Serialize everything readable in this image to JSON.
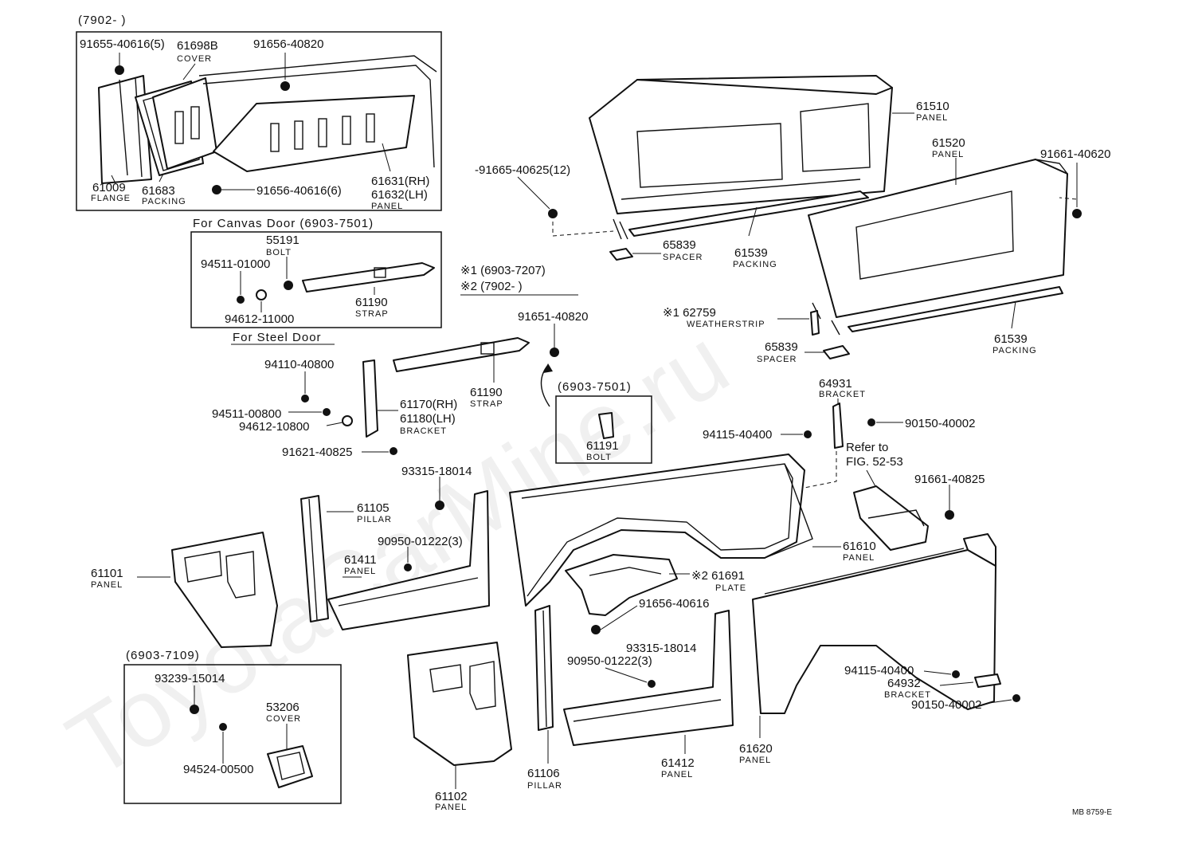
{
  "watermark": "ToyotaCarMine.ru",
  "doc_code": "MB 8759-E",
  "boxes": {
    "top_left_period": "(7902-      )",
    "canvas_door": "For Canvas Door  (6903-7501)",
    "steel_door": "For Steel Door",
    "note1": "※1  (6903-7207)",
    "note2": "※2  (7902-      )",
    "bolt_period": "(6903-7501)",
    "cover_period": "(6903-7109)"
  },
  "refer": {
    "line1": "Refer to",
    "line2": "FIG. 52-53"
  },
  "labels": {
    "l_91655": "91655-40616(5)",
    "l_61698b": "61698B",
    "n_cover1": "COVER",
    "l_91656a": "91656-40820",
    "l_61009": "61009",
    "n_flange": "FLANGE",
    "l_61683": "61683",
    "n_packing1": "PACKING",
    "l_91656b": "91656-40616(6)",
    "l_61631": "61631(RH)",
    "l_61632": "61632(LH)",
    "n_panel1": "PANEL",
    "l_55191": "55191",
    "n_bolt1": "BOLT",
    "l_94511a": "94511-01000",
    "l_94612a": "94612-11000",
    "l_61190a": "61190",
    "n_strap1": "STRAP",
    "l_94110": "94110-40800",
    "l_94511b": "94511-00800",
    "l_94612b": "94612-10800",
    "l_61170": "61170(RH)",
    "l_61180": "61180(LH)",
    "n_bracket1": "BRACKET",
    "l_61190b": "61190",
    "n_strap2": "STRAP",
    "l_91651": "91651-40820",
    "l_61191": "61191",
    "n_bolt2": "BOLT",
    "l_91621": "91621-40825",
    "l_61510": "61510",
    "n_panel2": "PANEL",
    "l_61520": "61520",
    "n_panel3": "PANEL",
    "l_91661a": "91661-40620",
    "l_91665": "-91665-40625(12)",
    "l_65839a": "65839",
    "n_spacer1": "SPACER",
    "l_61539a": "61539",
    "n_packing2": "PACKING",
    "l_62759": "※1 62759",
    "n_weather": "WEATHERSTRIP",
    "l_65839b": "65839",
    "n_spacer2": "SPACER",
    "l_61539b": "61539",
    "n_packing3": "PACKING",
    "l_64931": "64931",
    "n_bracket2": "BRACKET",
    "l_90150a": "90150-40002",
    "l_94115a": "94115-40400",
    "l_91661b": "91661-40825",
    "l_93315a": "93315-18014",
    "l_61105": "61105",
    "n_pillar1": "PILLAR",
    "l_90950a": "90950-01222(3)",
    "l_61411": "61411",
    "n_panel4": "PANEL",
    "l_61101": "61101",
    "n_panel5": "PANEL",
    "l_61610": "61610",
    "n_panel6": "PANEL",
    "l_61691": "※2 61691",
    "n_plate": "PLATE",
    "l_91656c": "91656-40616",
    "l_93315b": "93315-18014",
    "l_90950b": "90950-01222(3)",
    "l_94115b": "94115-40400",
    "l_64932": "64932",
    "n_bracket3": "BRACKET",
    "l_90150b": "90150-40002",
    "l_93239": "93239-15014",
    "l_53206": "53206",
    "n_cover2": "COVER",
    "l_94524": "94524-00500",
    "l_61102": "61102",
    "n_panel7": "PANEL",
    "l_61106": "61106",
    "n_pillar2": "PILLAR",
    "l_61412": "61412",
    "n_panel8": "PANEL",
    "l_61620": "61620",
    "n_panel9": "PANEL"
  }
}
